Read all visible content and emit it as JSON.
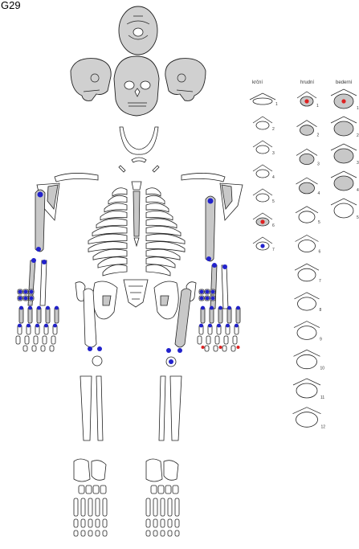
{
  "page_code": "G29",
  "vertebrae": {
    "cervical": {
      "label": "krční",
      "numbers": [
        "1",
        "2",
        "3",
        "4",
        "5",
        "6",
        "7"
      ]
    },
    "thoracic": {
      "label": "hrudní",
      "numbers": [
        "1",
        "2",
        "3",
        "4",
        "5",
        "6",
        "7",
        "8",
        "9",
        "10",
        "11",
        "12"
      ]
    },
    "lumbar": {
      "label": "bederní",
      "numbers": [
        "1",
        "2",
        "3",
        "4",
        "5"
      ]
    }
  },
  "colors": {
    "marker_blue": "#2222cc",
    "marker_red": "#dd2222",
    "bone_fill": "#ffffff",
    "bone_grey": "#c8c8c8",
    "outline": "#222222"
  }
}
